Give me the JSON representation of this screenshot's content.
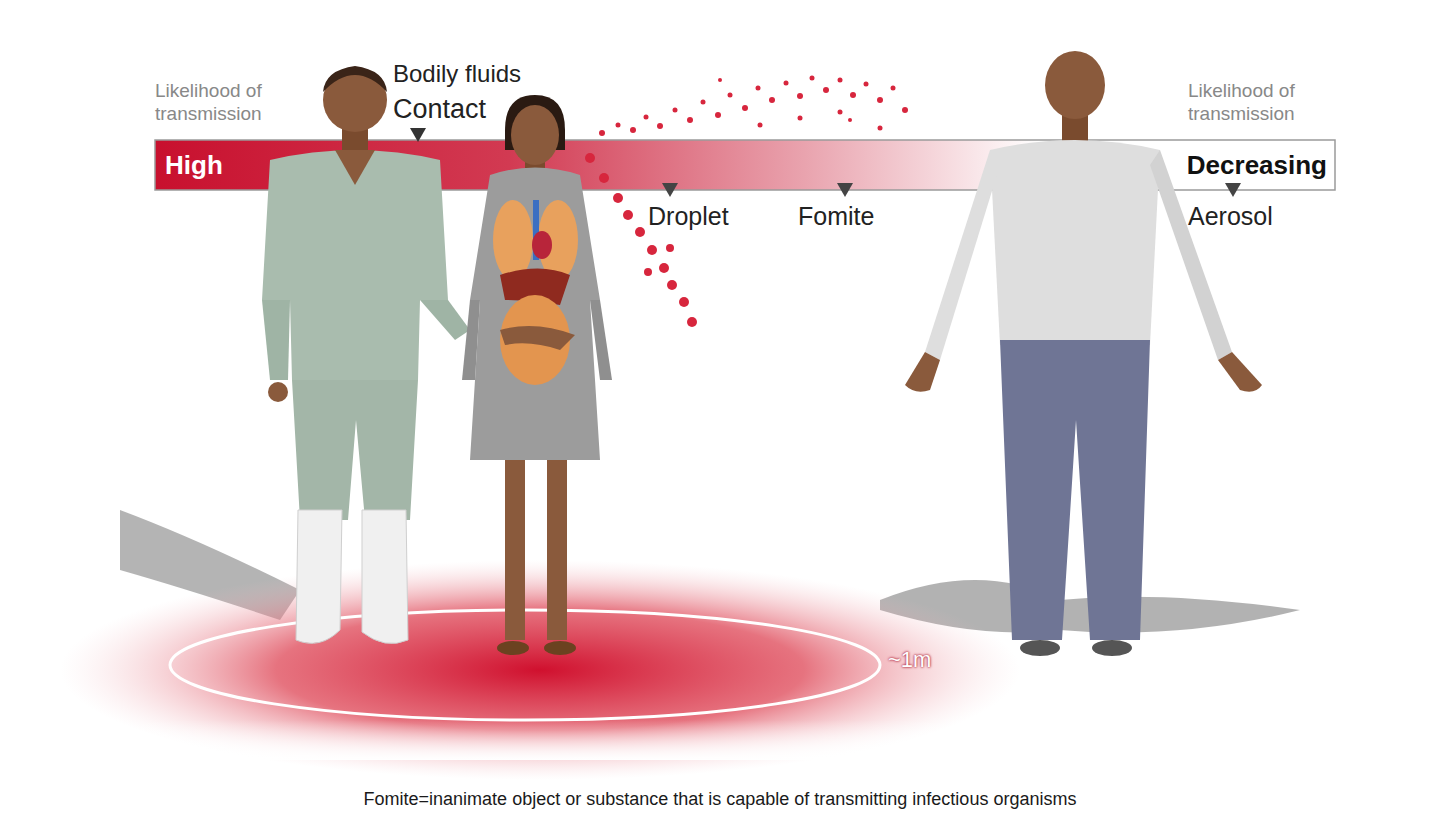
{
  "diagram": {
    "caption": "Fomite=inanimate object or substance that is capable of transmitting infectious organisms",
    "nodes": [
      {
        "text": [
          "High",
          "Decreasing"
        ]
      }
    ],
    "labels": [
      "Likelihood of transmission",
      "Likelihood of transmission",
      "Bodily fluids",
      "Contact",
      "Droplet",
      "Fomite",
      "Aerosol",
      "~1m"
    ]
  }
}
